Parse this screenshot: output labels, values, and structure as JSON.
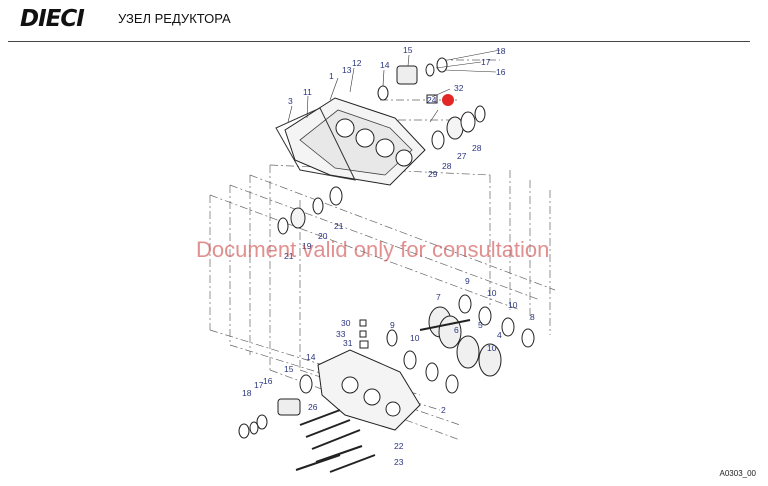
{
  "header": {
    "logo_text": "DIECI",
    "title": "УЗЕЛ РЕДУКТОРА"
  },
  "watermark": "Document valid only for consultation",
  "drawing_code": "A0303_00",
  "marker": {
    "color": "#e32626",
    "label": "24"
  },
  "callouts": {
    "c1": "1",
    "c2": "2",
    "c3": "3",
    "c4": "4",
    "c5": "5",
    "c6": "6",
    "c7": "7",
    "c8": "8",
    "c9a": "9",
    "c9b": "9",
    "c10a": "10",
    "c10b": "10",
    "c10c": "10",
    "c10d": "10",
    "c11": "11",
    "c12": "12",
    "c13": "13",
    "c14a": "14",
    "c14b": "14",
    "c15a": "15",
    "c15b": "15",
    "c16a": "16",
    "c16b": "16",
    "c17a": "17",
    "c17b": "17",
    "c18a": "18",
    "c18b": "18",
    "c19": "19",
    "c20": "20",
    "c21a": "21",
    "c21b": "21",
    "c22": "22",
    "c23": "23",
    "c24": "24",
    "c26": "26",
    "c27": "27",
    "c28a": "28",
    "c28b": "28",
    "c29": "29",
    "c30": "30",
    "c31": "31",
    "c32": "32",
    "c33": "33"
  }
}
